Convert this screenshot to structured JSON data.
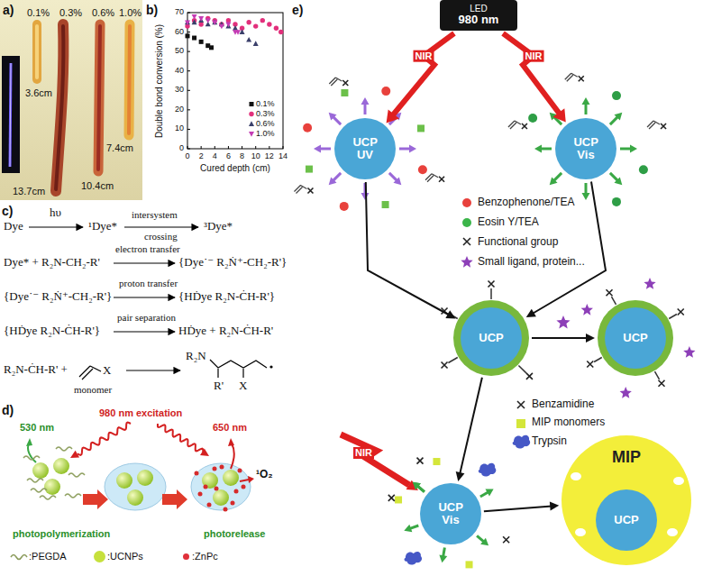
{
  "diagram": {
    "nodes": [
      {
        "text": [
          "LED",
          "980 nm"
        ]
      },
      {
        "text": [
          "UCP UV"
        ]
      },
      {
        "text": [
          "UCP Vis"
        ]
      },
      {
        "text": [
          "UCP"
        ]
      },
      {
        "text": [
          "UCP"
        ]
      },
      {
        "text": [
          "UCP Vis"
        ]
      },
      {
        "text": [
          "MIP"
        ]
      },
      {
        "text": [
          "UCP"
        ],
        "in": 6
      }
    ],
    "edges": [
      {
        "from": 0,
        "to": 1,
        "arrow": "to",
        "label": "NIR"
      },
      {
        "from": 0,
        "to": 2,
        "arrow": "to",
        "label": "NIR"
      },
      {
        "from": 1,
        "to": 3,
        "arrow": "to"
      },
      {
        "from": 2,
        "to": 3,
        "arrow": "to"
      },
      {
        "from": 3,
        "to": 4,
        "arrow": "to"
      },
      {
        "from": 3,
        "to": 5,
        "arrow": "to"
      },
      {
        "from": 5,
        "to": 6,
        "arrow": "to"
      }
    ],
    "labels": [
      "a)",
      "0.1%",
      "0.3%",
      "0.6%",
      "1.0%",
      "3.6cm",
      "13.7cm",
      "10.4cm",
      "7.4cm",
      "b)",
      "0",
      "10",
      "20",
      "30",
      "40",
      "50",
      "60",
      "70",
      "0",
      "2",
      "4",
      "6",
      "8",
      "10",
      "12",
      "14",
      "Double bond conversion (%)",
      "Cured depth (cm)",
      "c)",
      "Dye",
      "hυ",
      "¹Dye*",
      "intersystem",
      "crossing",
      "³Dye*",
      "Dye* + R₂N-CH₂-R'",
      "electron transfer",
      "{Dye˙⁻ R₂Ṅ⁺-CH₂-R'}",
      "{Dye˙⁻ R₂Ṅ⁺-CH₂-R'}",
      "proton transfer",
      "{HḊye R₂N-ĊH-R'}",
      "{HḊye R₂N-ĊH-R'}",
      "pair separation",
      "HḊye + R₂N-ĊH-R'",
      "R₂N-ĊH-R' +",
      "X",
      "monomer",
      "R₂N",
      "R'",
      "X",
      "d)",
      "530 nm",
      "980 nm excitation",
      "650 nm",
      "¹O₂",
      "photopolymerization",
      "photorelease",
      "e)",
      "NIR"
    ],
    "legend": [
      {
        "text": "0.1%"
      },
      {
        "text": "0.3%"
      },
      {
        "text": "0.6%"
      },
      {
        "text": "1.0%"
      },
      {
        "text": ":PEGDA"
      },
      {
        "text": ":UCNPs",
        "color": "#c6e03c"
      },
      {
        "text": ":ZnPc",
        "color": "#e0303a"
      },
      {
        "text": "Benzophenone/TEA",
        "color": "#e8413c"
      },
      {
        "text": "Eosin Y/TEA",
        "color": "#3bb54a"
      },
      {
        "text": "Functional group"
      },
      {
        "text": "Small ligand, protein..."
      },
      {
        "text": "Benzamidine"
      },
      {
        "text": "MIP monomers",
        "color": "#d4e63a"
      },
      {
        "text": "Trypsin"
      }
    ]
  }
}
